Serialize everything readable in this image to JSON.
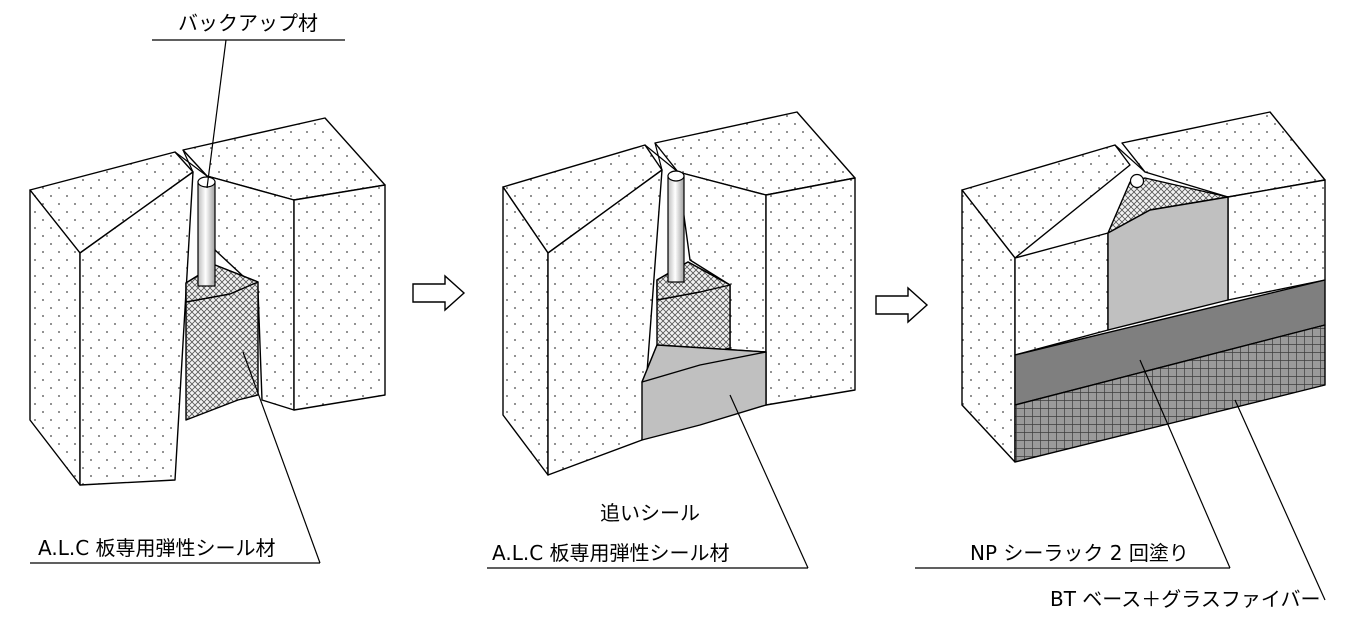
{
  "labels": {
    "backup_material": "バックアップ材",
    "alc_sealant_1": "A.L.C 板専用弾性シール材",
    "additional_seal": "追いシール",
    "alc_sealant_2": "A.L.C 板専用弾性シール材",
    "np_sealac": "NP シーラック 2 回塗り",
    "bt_base": "BT ベース＋グラスファイバー"
  },
  "colors": {
    "sealant_gray": "#c0c0c0",
    "np_coat_gray": "#7f7f7f",
    "bt_grid_gray": "#666666",
    "stroke": "#000000"
  },
  "icons": [
    "arrow-right-icon",
    "arrow-right-icon"
  ]
}
